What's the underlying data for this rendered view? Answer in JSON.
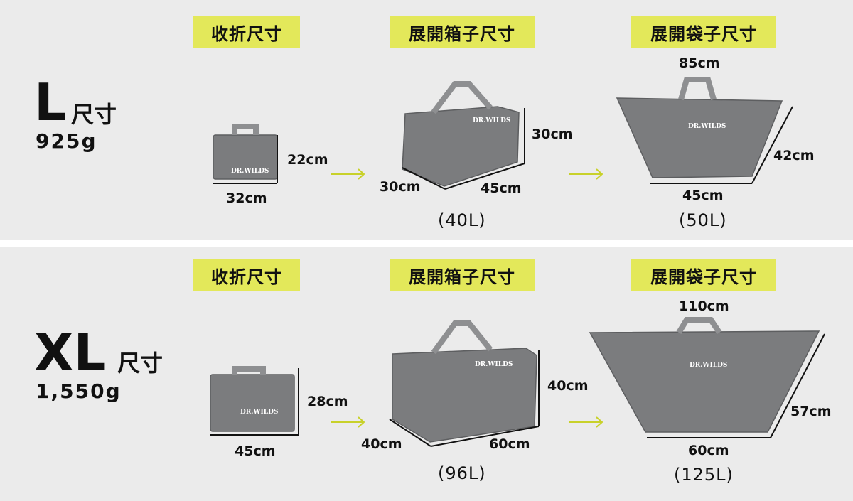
{
  "labels": {
    "folded": "收折尺寸",
    "box": "展開箱子尺寸",
    "bag": "展開袋子尺寸"
  },
  "sizes": [
    {
      "name": "L",
      "unit": "尺寸",
      "weight": "925g",
      "folded": {
        "h": "22cm",
        "w": "32cm"
      },
      "box": {
        "h": "30cm",
        "d": "30cm",
        "w": "45cm",
        "volume": "(40L)"
      },
      "bag": {
        "top": "85cm",
        "h": "42cm",
        "w": "45cm",
        "volume": "(50L)"
      }
    },
    {
      "name": "XL",
      "unit": "尺寸",
      "weight": "1,550g",
      "folded": {
        "h": "28cm",
        "w": "45cm"
      },
      "box": {
        "h": "40cm",
        "d": "40cm",
        "w": "60cm",
        "volume": "(96L)"
      },
      "bag": {
        "top": "110cm",
        "h": "57cm",
        "w": "60cm",
        "volume": "(125L)"
      }
    }
  ],
  "brand": "DR.WILDS",
  "colors": {
    "tag": "#e3e85a",
    "arrow": "#c8d12a",
    "bag": "#7b7c7e",
    "background": "#ebebeb"
  }
}
